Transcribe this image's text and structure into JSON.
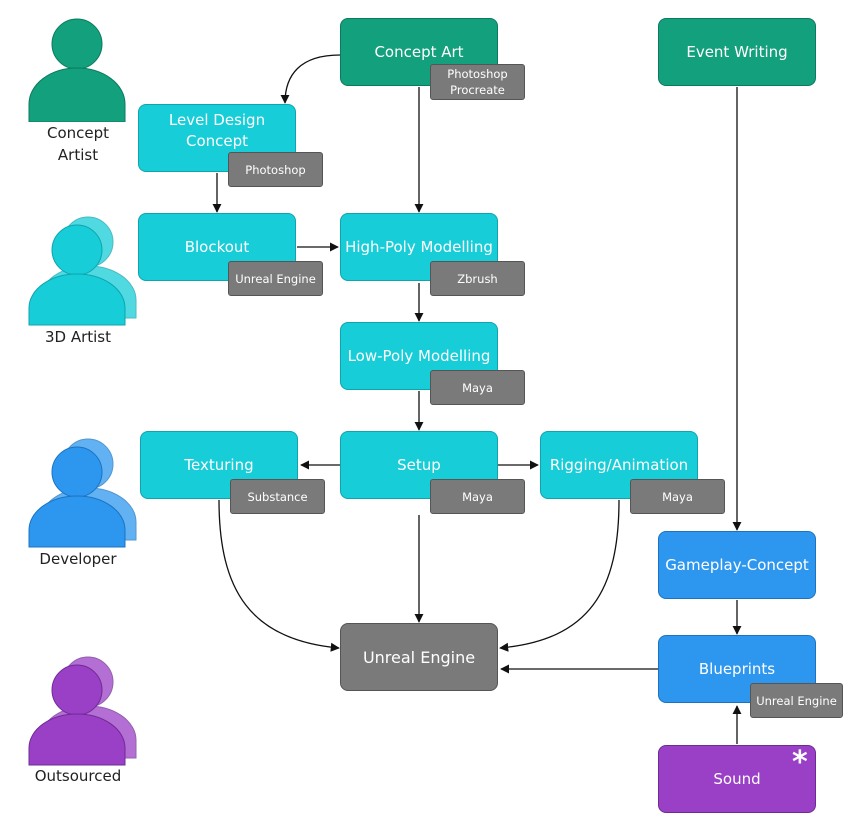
{
  "roles": {
    "concept_artist": "Concept\nArtist",
    "artist_3d": "3D Artist",
    "developer": "Developer",
    "outsourced": "Outsourced"
  },
  "nodes": {
    "concept_art": "Concept Art",
    "event_writing": "Event Writing",
    "level_design_concept": "Level Design\nConcept",
    "blockout": "Blockout",
    "high_poly": "High-Poly Modelling",
    "low_poly": "Low-Poly Modelling",
    "texturing": "Texturing",
    "setup": "Setup",
    "rigging": "Rigging/Animation",
    "gameplay_concept": "Gameplay-Concept",
    "unreal_engine": "Unreal Engine",
    "blueprints": "Blueprints",
    "sound": "Sound"
  },
  "tools": {
    "concept_art": "Photoshop\nProcreate",
    "level_design": "Photoshop",
    "blockout": "Unreal Engine",
    "high_poly": "Zbrush",
    "low_poly": "Maya",
    "texturing": "Substance",
    "setup": "Maya",
    "rigging": "Maya",
    "blueprints": "Unreal Engine"
  },
  "sound_marker": "*",
  "colors": {
    "concept_role": "#13a07c",
    "artist_3d_role": "#17cdd8",
    "developer_role": "#2d97f0",
    "outsourced_role": "#9a40c6",
    "tool_badge": "#7a7a7a",
    "unreal_node": "#7a7a7a"
  },
  "icons": [
    "person-icon"
  ]
}
